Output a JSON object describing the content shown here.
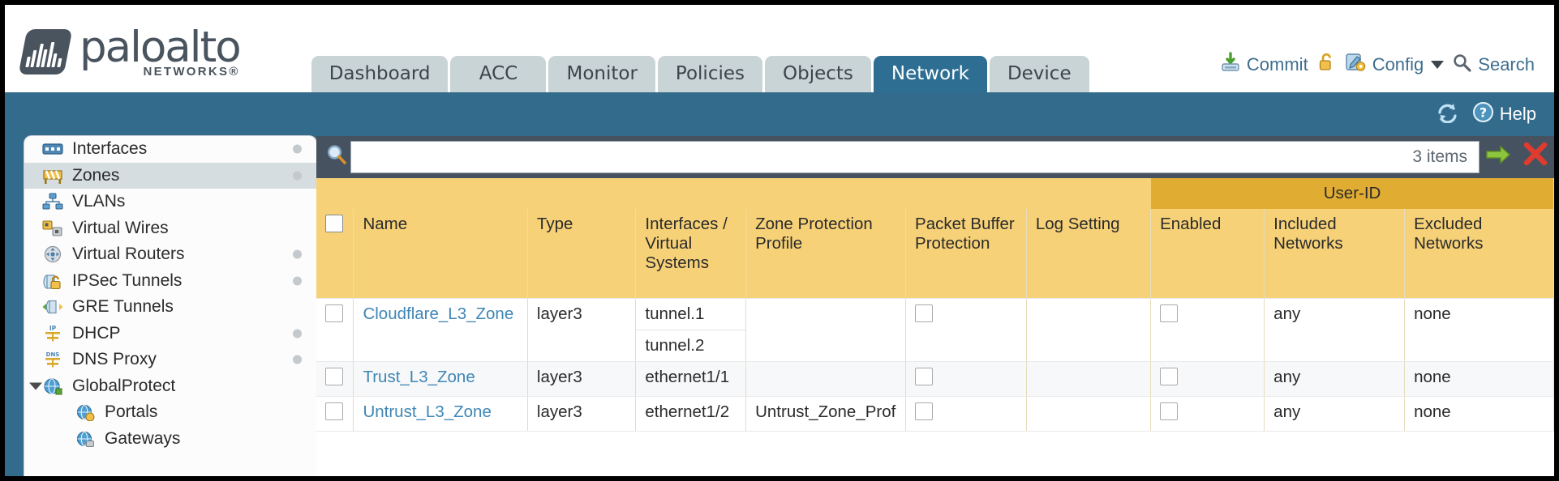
{
  "brand": {
    "name": "paloalto",
    "sub": "NETWORKS®"
  },
  "tabs": [
    {
      "label": "Dashboard",
      "active": false
    },
    {
      "label": "ACC",
      "active": false
    },
    {
      "label": "Monitor",
      "active": false
    },
    {
      "label": "Policies",
      "active": false
    },
    {
      "label": "Objects",
      "active": false
    },
    {
      "label": "Network",
      "active": true
    },
    {
      "label": "Device",
      "active": false
    }
  ],
  "actions": {
    "commit": "Commit",
    "config": "Config",
    "search": "Search",
    "lock_icon": "padlock-icon",
    "commit_icon": "commit-save-icon",
    "config_icon": "config-wrench-icon",
    "search_icon": "search-magnifier-icon"
  },
  "blueband": {
    "refresh_icon": "refresh-icon",
    "help": "Help",
    "help_icon": "help-question-icon"
  },
  "sidebar": {
    "items": [
      {
        "label": "Interfaces",
        "icon": "interfaces-icon",
        "selected": false,
        "dot": true,
        "child": false,
        "expander": false
      },
      {
        "label": "Zones",
        "icon": "zones-icon",
        "selected": true,
        "dot": true,
        "child": false,
        "expander": false
      },
      {
        "label": "VLANs",
        "icon": "vlans-icon",
        "selected": false,
        "dot": false,
        "child": false,
        "expander": false
      },
      {
        "label": "Virtual Wires",
        "icon": "virtual-wires-icon",
        "selected": false,
        "dot": false,
        "child": false,
        "expander": false
      },
      {
        "label": "Virtual Routers",
        "icon": "virtual-routers-icon",
        "selected": false,
        "dot": true,
        "child": false,
        "expander": false
      },
      {
        "label": "IPSec Tunnels",
        "icon": "ipsec-tunnels-icon",
        "selected": false,
        "dot": true,
        "child": false,
        "expander": false
      },
      {
        "label": "GRE Tunnels",
        "icon": "gre-tunnels-icon",
        "selected": false,
        "dot": false,
        "child": false,
        "expander": false
      },
      {
        "label": "DHCP",
        "icon": "dhcp-icon",
        "selected": false,
        "dot": true,
        "child": false,
        "expander": false
      },
      {
        "label": "DNS Proxy",
        "icon": "dns-proxy-icon",
        "selected": false,
        "dot": true,
        "child": false,
        "expander": false
      },
      {
        "label": "GlobalProtect",
        "icon": "globalprotect-icon",
        "selected": false,
        "dot": false,
        "child": false,
        "expander": true
      },
      {
        "label": "Portals",
        "icon": "portals-icon",
        "selected": false,
        "dot": false,
        "child": true,
        "expander": false
      },
      {
        "label": "Gateways",
        "icon": "gateways-icon",
        "selected": false,
        "dot": false,
        "child": true,
        "expander": false
      }
    ]
  },
  "toolbar": {
    "search_value": "",
    "search_placeholder": "",
    "item_count": "3 items",
    "apply_icon": "apply-arrow-icon",
    "clear_icon": "clear-x-icon",
    "search_icon": "filter-search-icon"
  },
  "table": {
    "group_header": "User-ID",
    "columns": [
      "Name",
      "Type",
      "Interfaces / Virtual Systems",
      "Zone Protection Profile",
      "Packet Buffer Protection",
      "Log Setting",
      "Enabled",
      "Included Networks",
      "Excluded Networks"
    ],
    "rows": [
      {
        "name": "Cloudflare_L3_Zone",
        "type": "layer3",
        "interfaces": [
          "tunnel.1",
          "tunnel.2"
        ],
        "zone_protection_profile": "",
        "packet_buffer_protection": false,
        "log_setting": "",
        "userid_enabled": false,
        "included_networks": "any",
        "excluded_networks": "none"
      },
      {
        "name": "Trust_L3_Zone",
        "type": "layer3",
        "interfaces": [
          "ethernet1/1"
        ],
        "zone_protection_profile": "",
        "packet_buffer_protection": false,
        "log_setting": "",
        "userid_enabled": false,
        "included_networks": "any",
        "excluded_networks": "none"
      },
      {
        "name": "Untrust_L3_Zone",
        "type": "layer3",
        "interfaces": [
          "ethernet1/2"
        ],
        "zone_protection_profile": "Untrust_Zone_Prof",
        "packet_buffer_protection": false,
        "log_setting": "",
        "userid_enabled": false,
        "included_networks": "any",
        "excluded_networks": "none"
      }
    ]
  },
  "colors": {
    "active_tab": "#2d6e92",
    "band": "#336b8c",
    "table_header": "#f6d177",
    "group_header": "#e0ad32",
    "link": "#3f86b5",
    "toolbar_bg": "#475260"
  }
}
